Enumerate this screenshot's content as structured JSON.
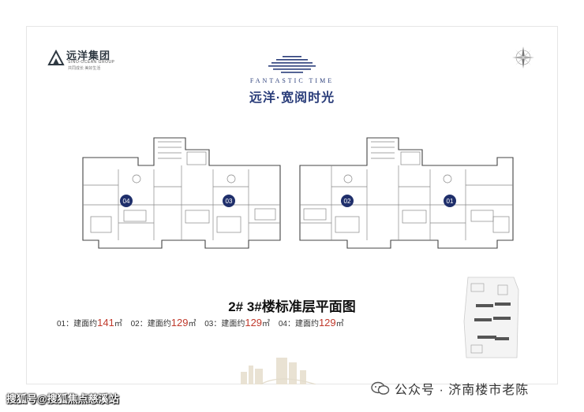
{
  "brand": {
    "name": "远洋集团",
    "name_en": "SINO-OCEAN GROUP",
    "slogan": "共同成长 美好生活"
  },
  "project": {
    "title_en": "FANTASTIC TIME",
    "title_cn": "远洋·宽阅时光"
  },
  "plan": {
    "unit_markers": [
      "04",
      "03",
      "02",
      "01"
    ],
    "caption": "2# 3#楼标准层平面图"
  },
  "areas": [
    {
      "prefix": "01：建面约",
      "value": "141",
      "unit": "㎡"
    },
    {
      "prefix": "02：建面约",
      "value": "129",
      "unit": "㎡"
    },
    {
      "prefix": "03：建面约",
      "value": "129",
      "unit": "㎡"
    },
    {
      "prefix": "04：建面约",
      "value": "129",
      "unit": "㎡"
    }
  ],
  "watermark": {
    "left": "搜狐号@搜狐焦点慈溪站",
    "right": "公众号 · 济南楼市老陈"
  },
  "colors": {
    "brand_blue": "#2a3d7a",
    "marker_navy": "#1f2f6b",
    "area_red": "#c0392b"
  }
}
